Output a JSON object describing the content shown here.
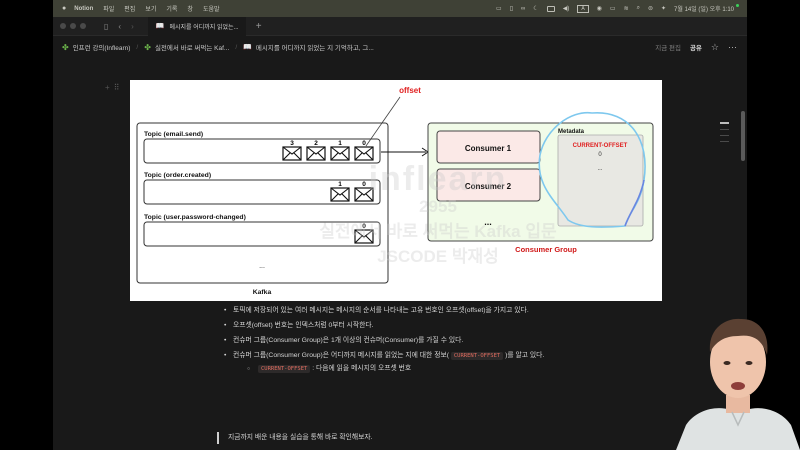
{
  "menubar": {
    "apple_icon": "apple-icon",
    "items": [
      "Notion",
      "파일",
      "편집",
      "보기",
      "기록",
      "창",
      "도움말"
    ],
    "status_icons": [
      "screen-record-icon",
      "phone-icon",
      "glasses-icon",
      "moon-icon",
      "notion-icon",
      "volume-icon",
      "input-source-icon",
      "control-icon",
      "battery-icon",
      "wifi-icon",
      "spotlight-search-icon",
      "control-center-icon",
      "siri-icon"
    ],
    "input_source": "A",
    "clock": "7월 14일 (일) 오후 1:10"
  },
  "tabbar": {
    "active_tab_icon": "book-icon",
    "active_tab_title": "메시지를 어디까지 읽었는...",
    "new_tab": "+"
  },
  "breadcrumb": {
    "items": [
      {
        "icon": "clover-icon",
        "label": "인프런 강의(Inflearn)"
      },
      {
        "icon": "clover-icon",
        "label": "실전에서 바로 써먹는 Kaf..."
      },
      {
        "icon": "book-icon",
        "label": "메시지를 어디까지 읽었는 지 기억하고, 그..."
      }
    ],
    "separator": "/",
    "edited": "지금 편집",
    "share": "공유",
    "favorite_icon": "☆",
    "more_icon": "···"
  },
  "diagram": {
    "offset_label": "offset",
    "kafka_label": "Kafka",
    "topics": [
      {
        "name": "Topic (email.send)",
        "offsets": [
          "3",
          "2",
          "1",
          "0"
        ]
      },
      {
        "name": "Topic (order.created)",
        "offsets": [
          "1",
          "0"
        ]
      },
      {
        "name": "Topic (user.password-changed)",
        "offsets": [
          "0"
        ]
      }
    ],
    "topics_more": "...",
    "consumers": [
      "Consumer 1",
      "Consumer 2"
    ],
    "consumers_more": "...",
    "consumer_group_label": "Consumer Group",
    "metadata_label": "Metadata",
    "current_offset_label": "CURRENT-OFFSET",
    "current_offset_value": "0",
    "metadata_more": "...",
    "colors": {
      "offset_red": "#e02020",
      "consumer_fill": "#fbe9e7",
      "group_fill": "#f1fbe8",
      "metadata_fill": "#e8e8e3",
      "annotation_circle": "#7ab8f5"
    }
  },
  "watermark": {
    "line1": "inflearn",
    "line2": "2955",
    "line3": "실전에서 바로 써먹는 Kafka 입문",
    "line4": "JSCODE 박재성"
  },
  "content": {
    "bullets": [
      {
        "text": "토픽에 저장되어 있는 여러 메시지는 메시지의 순서를 나타내는 고유 번호인 오프셋(offset)을 가지고 있다."
      },
      {
        "text": "오프셋(offset) 번호는 인덱스처럼 0부터 시작한다."
      },
      {
        "text": "컨슈머 그룹(Consumer Group)은 1개 이상의 컨슈머(Consumer)를 가질 수 있다."
      },
      {
        "text_before": "컨슈머 그룹(Consumer Group)은 어디까지 메시지를 읽었는 지에 대한 정보( ",
        "code": "CURRENT-OFFSET",
        "text_after": " )를 알고 있다."
      }
    ],
    "sub_bullet": {
      "code": "CURRENT-OFFSET",
      "text": " : 다음에 읽을 메시지의 오프셋 번호"
    },
    "quote": "지금까지 배운 내용을 실습을 통해 바로 확인해보자."
  },
  "toc": {
    "item_count": 4,
    "active_index": 0
  }
}
